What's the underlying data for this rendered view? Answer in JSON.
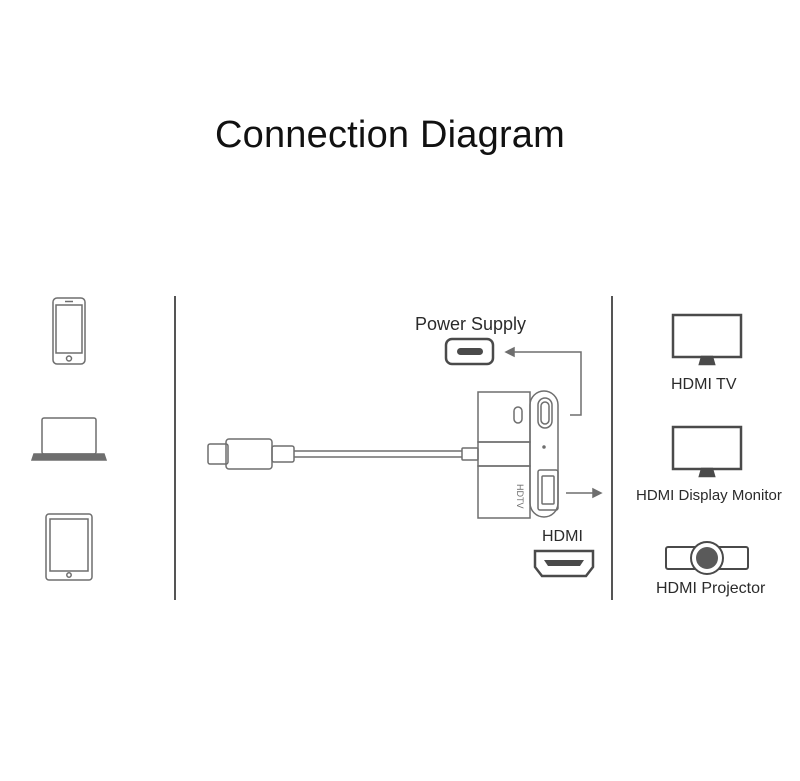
{
  "title": "Connection Diagram",
  "labels": {
    "power_supply": "Power Supply",
    "hdmi": "HDMI",
    "hdtv": "HDTV",
    "hdmi_tv": "HDMI TV",
    "hdmi_display_monitor": "HDMI Display Monitor",
    "hdmi_projector": "HDMI Projector"
  },
  "colors": {
    "line": "#6e6e6e",
    "dark": "#4a4a4a",
    "divider": "#555555"
  }
}
